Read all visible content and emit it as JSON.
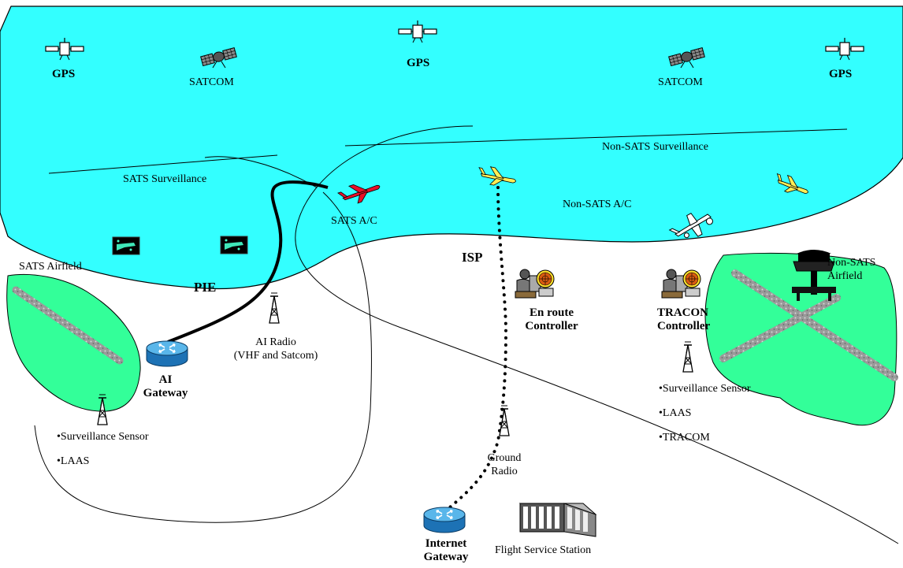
{
  "colors": {
    "sky": "#33ffff",
    "airfield": "#33ff99",
    "runway": "#a8a8a8",
    "plane_red": "#e8102a",
    "plane_yellow": "#ffee55"
  },
  "sky": {
    "gps_labels": [
      "GPS",
      "GPS",
      "GPS"
    ],
    "satcom_labels": [
      "SATCOM",
      "SATCOM"
    ],
    "sats_surveillance": "SATS Surveillance",
    "non_sats_surveillance": "Non-SATS Surveillance",
    "sats_ac": "SATS A/C",
    "non_sats_ac": "Non-SATS A/C"
  },
  "ground": {
    "sats_airfield": "SATS Airfield",
    "non_sats_airfield_line1": "Non-SATS",
    "non_sats_airfield_line2": "Airfield",
    "pie": "PIE",
    "isp": "ISP",
    "ai_gateway_line1": "AI",
    "ai_gateway_line2": "Gateway",
    "ai_radio_line1": "AI Radio",
    "ai_radio_line2": "(VHF and Satcom)",
    "enroute_line1": "En route",
    "enroute_line2": "Controller",
    "tracon_line1": "TRACON",
    "tracon_line2": "Controller",
    "ground_radio_line1": "Ground",
    "ground_radio_line2": "Radio",
    "internet_gateway_line1": "Internet",
    "internet_gateway_line2": "Gateway",
    "flight_service_station": "Flight Service Station",
    "left_sensors": [
      "•Surveillance Sensor",
      "•LAAS"
    ],
    "right_sensors": [
      "•Surveillance Sensor",
      "•LAAS",
      "•TRACOM"
    ]
  }
}
